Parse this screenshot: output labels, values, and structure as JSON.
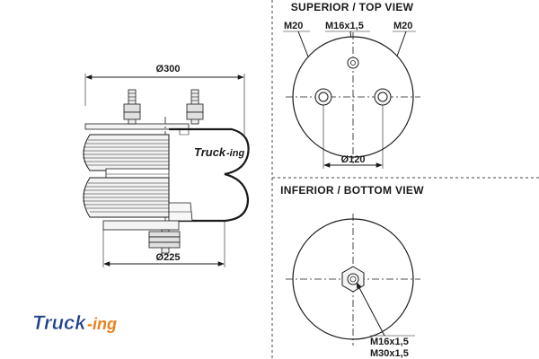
{
  "side_view": {
    "diameter_top": "Ø300",
    "diameter_bottom": "Ø225",
    "logo_text_primary": "Truck",
    "logo_text_secondary": "-ing"
  },
  "top_view": {
    "title": "SUPERIOR / TOP VIEW",
    "left_stud": "M20",
    "center_stud": "M16x1,5",
    "right_stud": "M20",
    "bolt_spacing": "Ø120"
  },
  "bottom_view": {
    "title": "INFERIOR / BOTTOM VIEW",
    "thread_1": "M16x1,5",
    "thread_2": "M30x1,5"
  },
  "brand_logo": {
    "primary": "Truck",
    "secondary": "-ing",
    "primary_color": "#1f3f8a",
    "secondary_color": "#e8821e"
  }
}
